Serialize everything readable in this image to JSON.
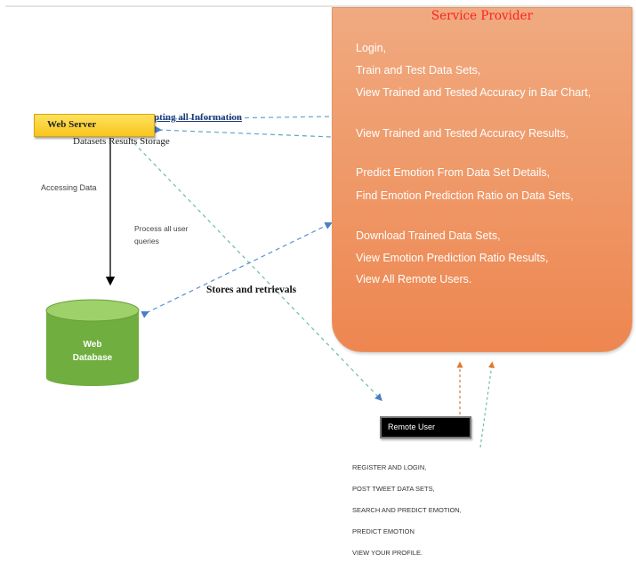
{
  "service_provider": {
    "title": "Service Provider",
    "items": [
      "Login,",
      "Train and Test Data Sets,",
      "View Trained and Tested Accuracy in Bar Chart,",
      "View Trained and Tested Accuracy Results,",
      "Predict Emotion From Data Set Details,",
      "Find Emotion Prediction Ratio on Data Sets,",
      "Download Trained Data Sets,",
      "View Emotion Prediction Ratio Results,",
      "View All Remote Users."
    ]
  },
  "web_server": {
    "label": "Web Server",
    "accepting_label": "pting all Information",
    "storage_label": "Datasets Results Storage"
  },
  "accessing_label": "Accessing Data",
  "process_label": "Process all user queries",
  "stores_label": "Stores and retrievals",
  "database": {
    "label_line1": "Web",
    "label_line2": "Database"
  },
  "remote_user": {
    "label": "Remote User",
    "items": [
      "REGISTER AND LOGIN,",
      "POST TWEET DATA SETS,",
      "SEARCH AND PREDICT EMOTION,",
      "PREDICT EMOTION",
      "VIEW YOUR PROFILE."
    ]
  },
  "colors": {
    "service_provider_fill": "#ef9a6a",
    "service_provider_title": "#ff1f1f",
    "web_server_fill": "#f7c51d",
    "database_fill": "#6fae3f",
    "remote_user_fill": "#000000",
    "link_dashed": "#5aa7c7",
    "link_green_dashed": "#6dbf9a",
    "arrow_orange": "#e07a2e"
  }
}
